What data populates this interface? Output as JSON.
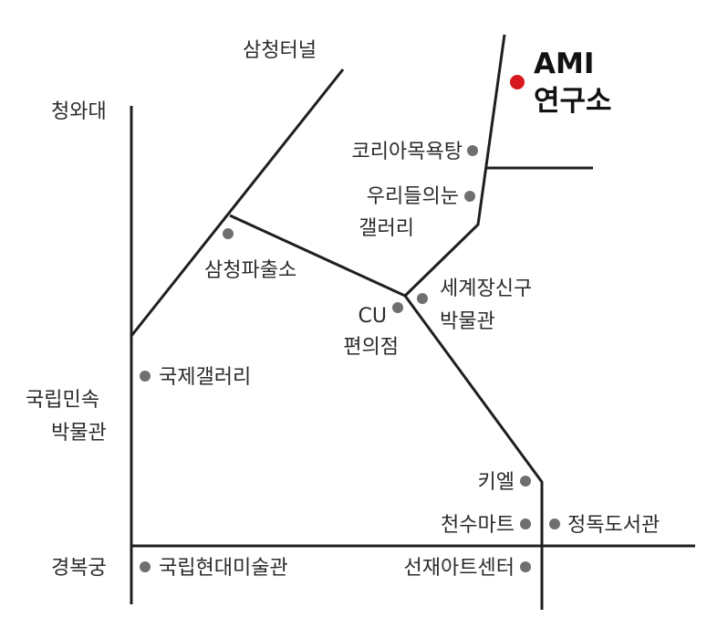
{
  "destination": {
    "name_line1": "AMI",
    "name_line2": "연구소",
    "marker_color": "#d7191f"
  },
  "landmarks": {
    "cheongwadae": "청와대",
    "samcheong_tunnel": "삼청터널",
    "folk_museum_line1": "국립민속",
    "folk_museum_line2": "박물관",
    "gyeongbokgung": "경복궁"
  },
  "places": {
    "korea_bath": "코리아목욕탕",
    "our_eyes_line1": "우리들의눈",
    "our_eyes_line2": "갤러리",
    "police_box": "삼청파출소",
    "world_museum_line1": "세계장신구",
    "world_museum_line2": "박물관",
    "cu_line1": "CU",
    "cu_line2": "편의점",
    "kukje_gallery": "국제갤러리",
    "kiehl": "키엘",
    "cheonsu_mart": "천수마트",
    "jeongdok_library": "정독도서관",
    "mmca": "국립현대미술관",
    "sunjae_center": "선재아트센터"
  },
  "colors": {
    "road": "#1f1f1f",
    "marker": "#6f6f6f",
    "text": "#2b2b2b"
  }
}
